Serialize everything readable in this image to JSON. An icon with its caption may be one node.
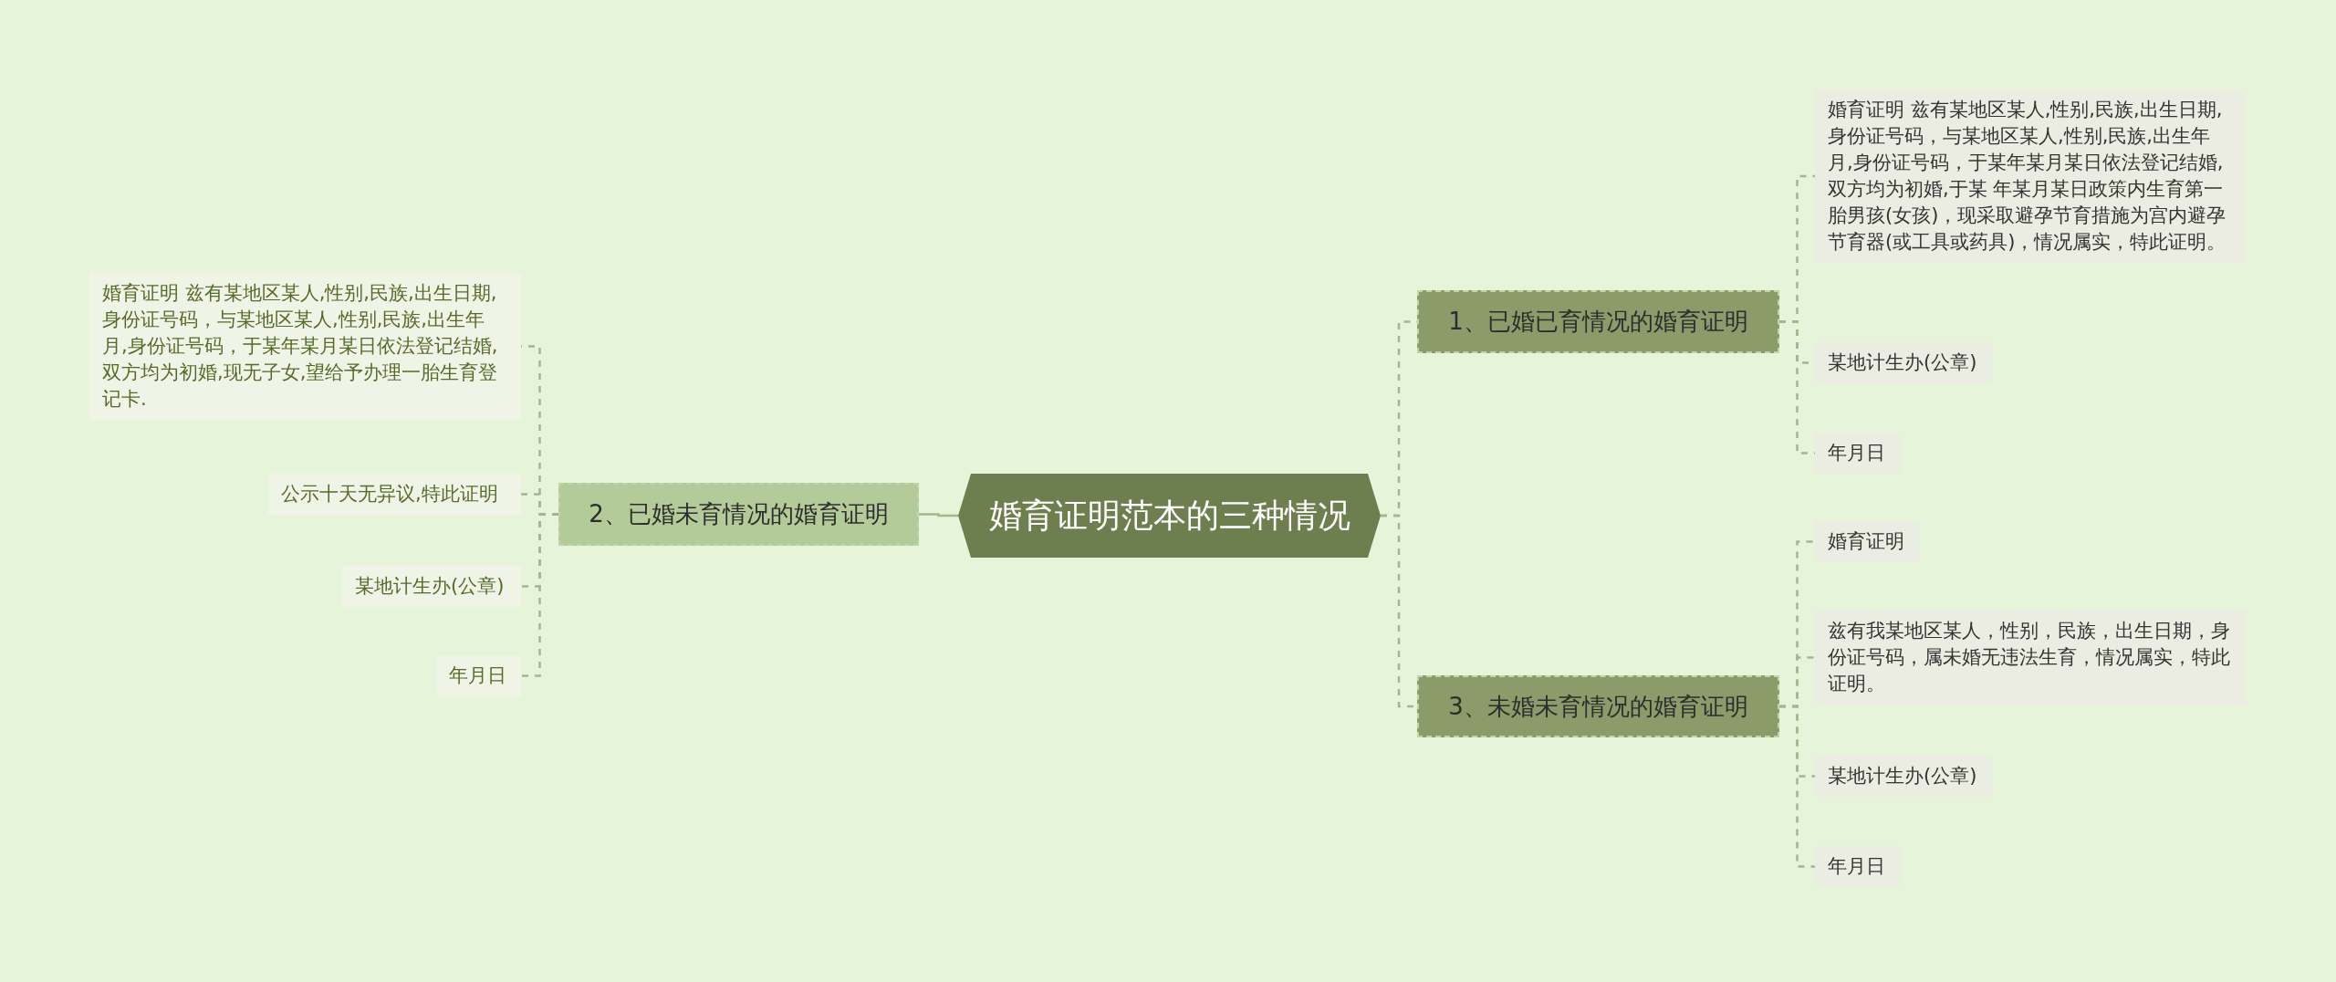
{
  "diagram": {
    "nodes": [
      {
        "text": [
          "婚育证明范本的三种情况"
        ]
      },
      {
        "text": [
          "1、已婚已育情况的婚育证明"
        ]
      },
      {
        "text": [
          "2、已婚未育情况的婚育证明"
        ]
      },
      {
        "text": [
          "3、未婚未育情况的婚育证明"
        ]
      },
      {
        "text": [
          "婚育证明 兹有某地区某人,性别,民族,出生日期,身份证号码，与某地区某人,性别,民族,出生年月,身份证号码，于某年某月某日依法登记结婚,双方均为初婚,于某 年某月某日政策内生育第一胎男孩(女孩)，现采取避孕节育措施为宫内避孕节育器(或工具或药具)，情况属实，特此证明。"
        ]
      },
      {
        "text": [
          "某地计生办(公章)"
        ]
      },
      {
        "text": [
          "年月日"
        ]
      },
      {
        "text": [
          "婚育证明 兹有某地区某人,性别,民族,出生日期,身份证号码，与某地区某人,性别,民族,出生年月,身份证号码，于某年某月某日依法登记结婚,双方均为初婚,现无子女,望给予办理一胎生育登记卡."
        ]
      },
      {
        "text": [
          "公示十天无异议,特此证明"
        ]
      },
      {
        "text": [
          "某地计生办(公章)"
        ]
      },
      {
        "text": [
          "年月日"
        ]
      },
      {
        "text": [
          "婚育证明"
        ]
      },
      {
        "text": [
          "兹有我某地区某人，性别，民族，出生日期，身份证号码，属未婚无违法生育，情况属实，特此证明。"
        ]
      },
      {
        "text": [
          "某地计生办(公章)"
        ]
      },
      {
        "text": [
          "年月日"
        ]
      }
    ],
    "edges": [
      {
        "from": 0,
        "to": 1,
        "arrow": "none",
        "style": "dashed"
      },
      {
        "from": 0,
        "to": 2,
        "arrow": "none"
      },
      {
        "from": 0,
        "to": 3,
        "arrow": "none",
        "style": "dashed"
      },
      {
        "from": 1,
        "to": 4,
        "arrow": "none",
        "style": "dashed"
      },
      {
        "from": 1,
        "to": 5,
        "arrow": "none",
        "style": "dashed"
      },
      {
        "from": 1,
        "to": 6,
        "arrow": "none",
        "style": "dashed"
      },
      {
        "from": 2,
        "to": 7,
        "arrow": "none",
        "style": "dashed"
      },
      {
        "from": 2,
        "to": 8,
        "arrow": "none",
        "style": "dashed"
      },
      {
        "from": 2,
        "to": 9,
        "arrow": "none",
        "style": "dashed"
      },
      {
        "from": 2,
        "to": 10,
        "arrow": "none",
        "style": "dashed"
      },
      {
        "from": 3,
        "to": 11,
        "arrow": "none",
        "style": "dashed"
      },
      {
        "from": 3,
        "to": 12,
        "arrow": "none",
        "style": "dashed"
      },
      {
        "from": 3,
        "to": 13,
        "arrow": "none",
        "style": "dashed"
      },
      {
        "from": 3,
        "to": 14,
        "arrow": "none",
        "style": "dashed"
      }
    ]
  }
}
